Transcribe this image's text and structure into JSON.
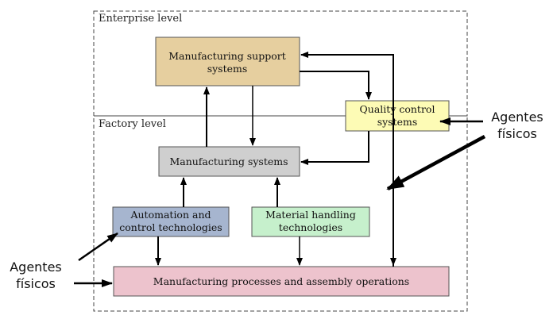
{
  "regions": {
    "enterprise": "Enterprise level",
    "factory": "Factory level"
  },
  "boxes": {
    "support": {
      "line1": "Manufacturing support",
      "line2": "systems"
    },
    "quality": {
      "line1": "Quality control",
      "line2": "systems"
    },
    "mfg_systems": "Manufacturing systems",
    "automation": {
      "line1": "Automation and",
      "line2": "control technologies"
    },
    "material": {
      "line1": "Material handling",
      "line2": "technologies"
    },
    "processes": "Manufacturing processes and assembly operations"
  },
  "agents": {
    "right": {
      "line1": "Agentes",
      "line2": "físicos"
    },
    "left": {
      "line1": "Agentes",
      "line2": "físicos"
    }
  },
  "colors": {
    "support": "#e6cf9f",
    "quality": "#fdfbb5",
    "mfg_systems": "#cfcfcf",
    "automation": "#a6b5cf",
    "material": "#c6f0cc",
    "processes": "#edc3cd"
  }
}
